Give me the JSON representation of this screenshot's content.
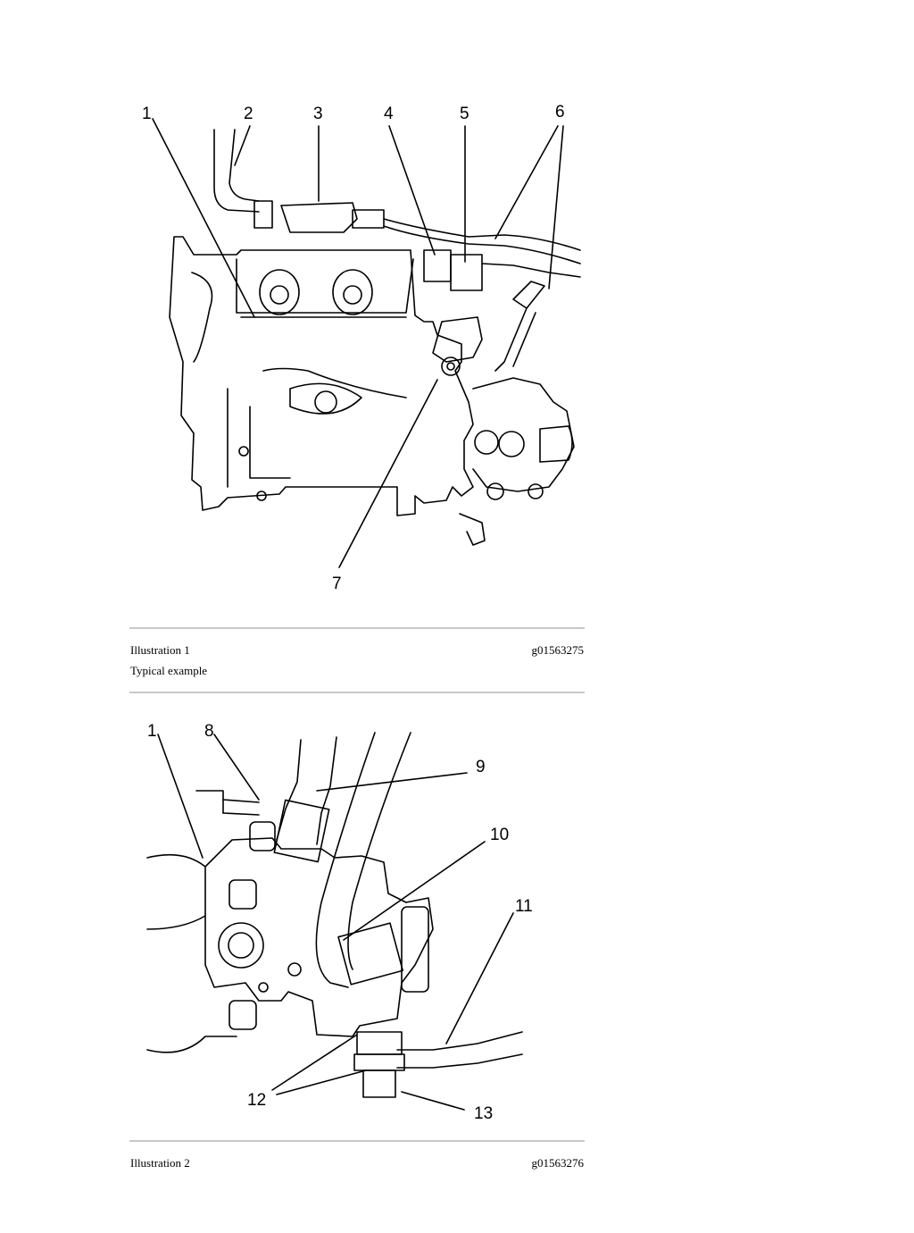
{
  "illustration1": {
    "callouts": [
      "1",
      "2",
      "3",
      "4",
      "5",
      "6",
      "7"
    ],
    "caption_label": "Illustration 1",
    "caption_id": "g01563275",
    "subcaption": "Typical example"
  },
  "illustration2": {
    "callouts": [
      "1",
      "8",
      "9",
      "10",
      "11",
      "12",
      "13"
    ],
    "caption_label": "Illustration 2",
    "caption_id": "g01563276"
  }
}
